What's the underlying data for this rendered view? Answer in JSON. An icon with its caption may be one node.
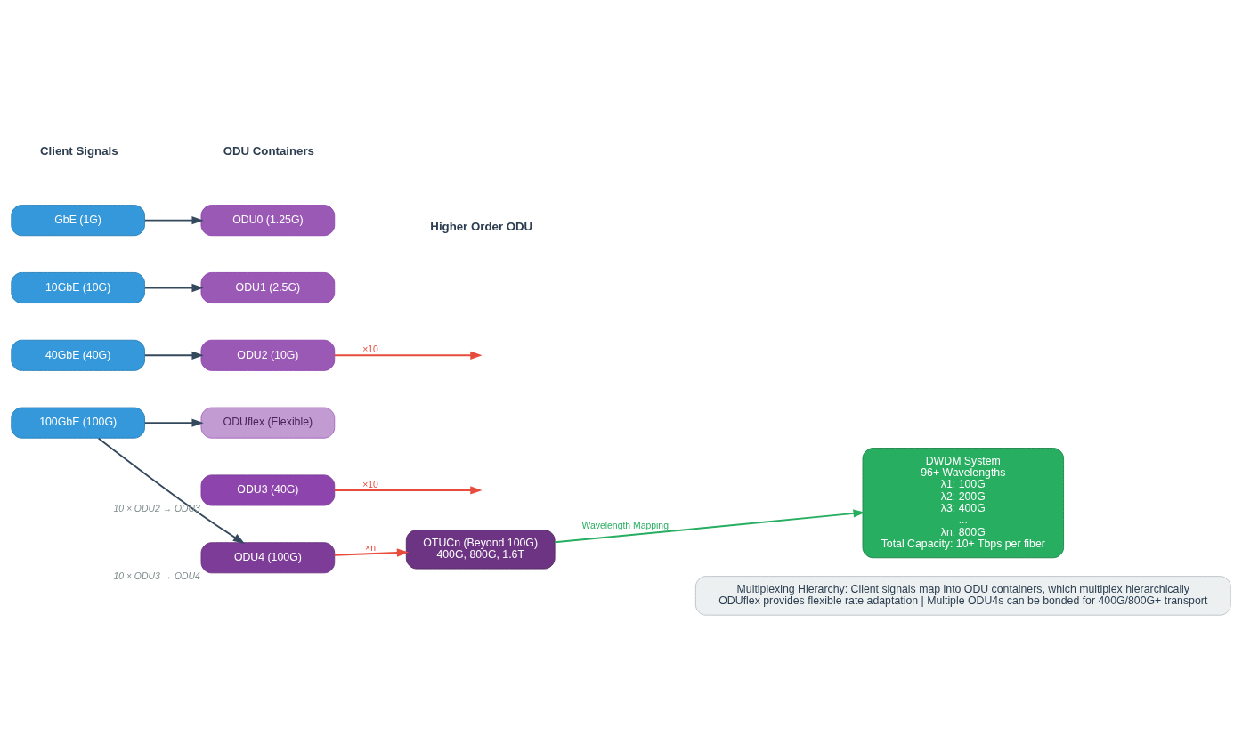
{
  "diagram": {
    "nodes": [
      {
        "text": [
          "GbE (1G)"
        ]
      },
      {
        "text": [
          "10GbE (10G)"
        ]
      },
      {
        "text": [
          "40GbE (40G)"
        ]
      },
      {
        "text": [
          "100GbE (100G)"
        ]
      },
      {
        "text": [
          "ODU0 (1.25G)"
        ]
      },
      {
        "text": [
          "ODU1 (2.5G)"
        ]
      },
      {
        "text": [
          "ODU2 (10G)"
        ]
      },
      {
        "text": [
          "ODUflex (Flexible)"
        ]
      },
      {
        "text": [
          "ODU3 (40G)"
        ],
        "beside": [
          "10 × ODU2 → ODU3"
        ]
      },
      {
        "text": [
          "ODU4 (100G)"
        ],
        "beside": [
          "10 × ODU3 → ODU4"
        ]
      },
      {
        "text": [
          "OTUCn (Beyond 100G)",
          "400G, 800G, 1.6T"
        ]
      },
      {
        "text": [
          "DWDM System",
          "96+ Wavelengths",
          "λ1: 100G",
          "λ2: 200G",
          "λ3: 400G",
          "...",
          "λn: 800G",
          "Total Capacity: 10+ Tbps per fiber"
        ]
      },
      {
        "text": [
          "Multiplexing Hierarchy: Client signals map into ODU containers, which multiplex hierarchically",
          "ODUflex provides flexible rate adaptation | Multiple ODU4s can be bonded for 400G/800G+ transport"
        ]
      }
    ],
    "edges": [
      {
        "from": 0,
        "to": 4,
        "arrow": "to"
      },
      {
        "from": 1,
        "to": 5,
        "arrow": "to"
      },
      {
        "from": 2,
        "to": 6,
        "arrow": "to"
      },
      {
        "from": 3,
        "to": 7,
        "arrow": "to"
      },
      {
        "from": 3,
        "to": 9,
        "arrow": "to"
      },
      {
        "from": 6,
        "to": null,
        "arrow": "to",
        "label": "×10",
        "color": "#e74c3c"
      },
      {
        "from": 8,
        "to": null,
        "arrow": "to",
        "label": "×10",
        "color": "#e74c3c"
      },
      {
        "from": 9,
        "to": 10,
        "arrow": "to",
        "label": "×n",
        "color": "#e74c3c"
      },
      {
        "from": 10,
        "to": 11,
        "arrow": "to",
        "label": "Wavelength Mapping",
        "color": "#27ae60"
      }
    ],
    "labels": [
      "Client Signals",
      "ODU Containers",
      "Higher Order ODU"
    ]
  }
}
